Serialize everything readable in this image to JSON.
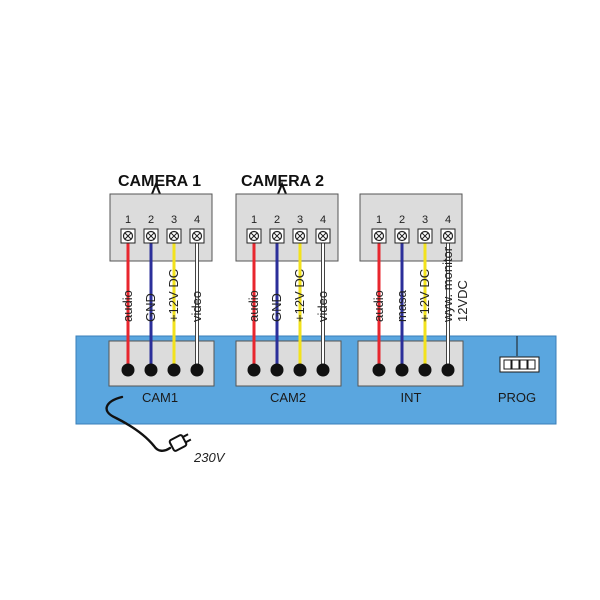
{
  "colors": {
    "board": "#5aa6df",
    "board_border": "#3a7fb8",
    "module": "#dcdcdc",
    "red": "#e8262e",
    "blue": "#2b2f9a",
    "yellow": "#f2e21c",
    "white": "#ffffff"
  },
  "cameras": [
    {
      "title": "CAMERA 1",
      "terminals": [
        "1",
        "2",
        "3",
        "4"
      ],
      "wires": [
        {
          "label": "audio",
          "color": "red"
        },
        {
          "label": "GND",
          "color": "blue"
        },
        {
          "label": "+12V DC",
          "color": "yellow"
        },
        {
          "label": "video",
          "color": "white"
        }
      ]
    },
    {
      "title": "CAMERA 2",
      "terminals": [
        "1",
        "2",
        "3",
        "4"
      ],
      "wires": [
        {
          "label": "audio",
          "color": "red"
        },
        {
          "label": "GND",
          "color": "blue"
        },
        {
          "label": "+12V DC",
          "color": "yellow"
        },
        {
          "label": "video",
          "color": "white"
        }
      ]
    },
    {
      "title": "",
      "terminals": [
        "1",
        "2",
        "3",
        "4"
      ],
      "wires": [
        {
          "label": "audio",
          "color": "red"
        },
        {
          "label": "masa",
          "color": "blue"
        },
        {
          "label": "+12V DC",
          "color": "yellow"
        },
        {
          "label": "wyw. monitor",
          "label2": "12VDC",
          "color": "white"
        }
      ]
    }
  ],
  "ports": [
    "CAM1",
    "CAM2",
    "INT"
  ],
  "prog_label": "PROG",
  "power_label": "230V"
}
